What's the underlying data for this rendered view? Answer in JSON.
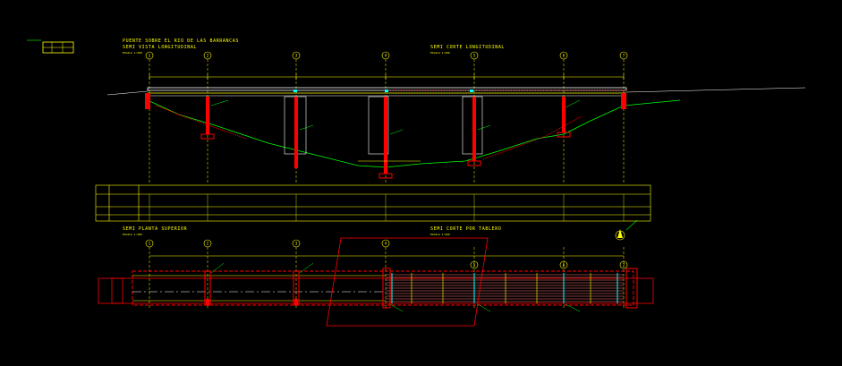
{
  "drawing": {
    "title_main": "PUENTE SOBRE EL RIO DE LAS BARRANCAS",
    "view_elevation": "SEMI VISTA LONGITUDINAL",
    "view_section_long": "SEMI CORTE LONGITUDINAL",
    "view_plan": "SEMI PLANTA SUPERIOR",
    "view_section_deck": "SEMI CORTE POR TABLERO",
    "scale_note": "ESCALA 1:200"
  },
  "axes": [
    "1",
    "2",
    "3",
    "4",
    "5",
    "6",
    "7"
  ],
  "colors": {
    "background": "#000000",
    "lines": "#ffff00",
    "pier": "#ff0000",
    "terrain": "#00ff00",
    "deck": "#ffffff",
    "rebar": "#00ffff",
    "section_cut": "#ff7777"
  }
}
